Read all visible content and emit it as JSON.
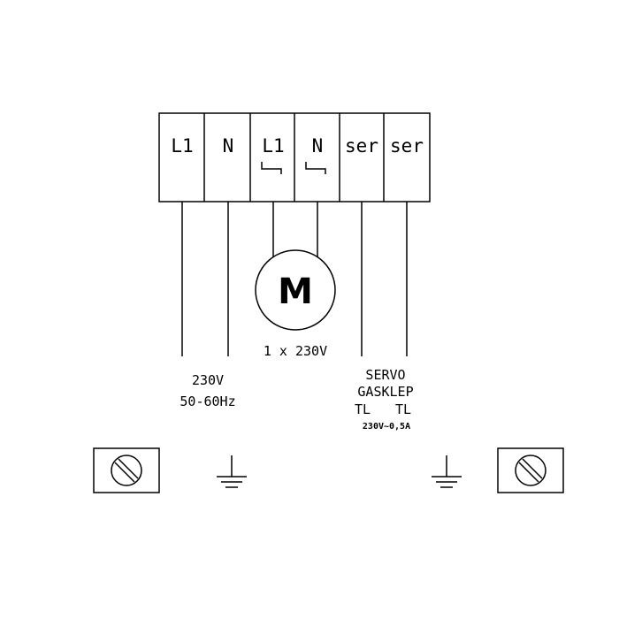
{
  "terminals": [
    {
      "label": "L1",
      "switched": false
    },
    {
      "label": "N",
      "switched": false
    },
    {
      "label": "L1",
      "switched": true
    },
    {
      "label": "N",
      "switched": true
    },
    {
      "label": "ser",
      "switched": false
    },
    {
      "label": "ser",
      "switched": false
    }
  ],
  "motor": {
    "symbol": "M",
    "rating": "1 x 230V"
  },
  "supply": {
    "voltage": "230V",
    "frequency": "50-60Hz"
  },
  "servo": {
    "line1": "SERVO",
    "line2": "GASKLEP",
    "tl_left": "TL",
    "tl_right": "TL",
    "rating": "230V~0,5A"
  },
  "icons": [
    "ground-icon",
    "screw-terminal-icon"
  ]
}
